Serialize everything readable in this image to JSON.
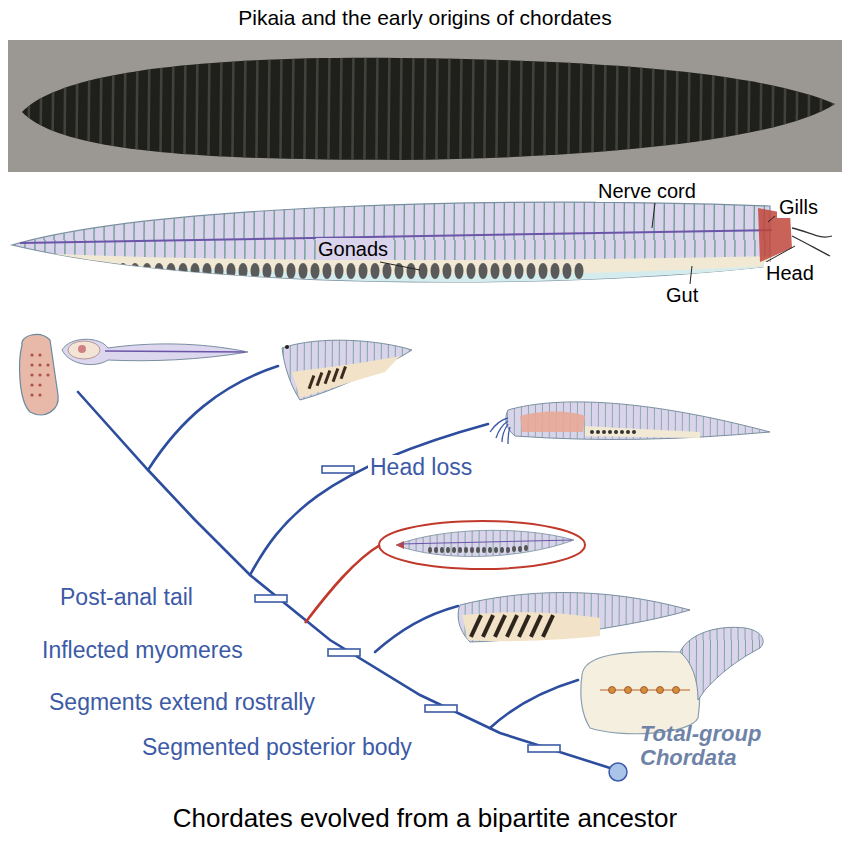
{
  "diagram": {
    "title": "Pikaia and the early origins of chordates",
    "caption": "Chordates evolved from a bipartite ancestor",
    "labels": [
      "Nerve cord",
      "Gills",
      "Head",
      "Gonads",
      "Gut",
      "Head loss",
      "Post-anal tail",
      "Inflected myomeres",
      "Segments extend rostrally",
      "Segmented posterior body",
      "Total-group Chordata"
    ]
  }
}
